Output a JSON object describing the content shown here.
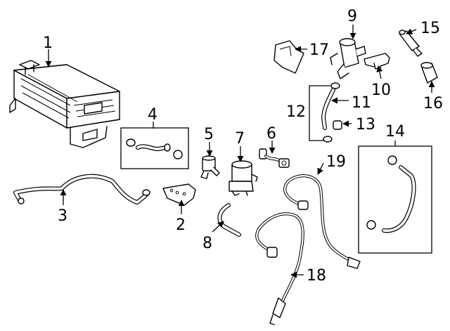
{
  "callouts": [
    {
      "id": "1",
      "text": "1"
    },
    {
      "id": "2",
      "text": "2"
    },
    {
      "id": "3",
      "text": "3"
    },
    {
      "id": "4",
      "text": "4"
    },
    {
      "id": "5",
      "text": "5"
    },
    {
      "id": "6",
      "text": "6"
    },
    {
      "id": "7",
      "text": "7"
    },
    {
      "id": "8",
      "text": "8"
    },
    {
      "id": "9",
      "text": "9"
    },
    {
      "id": "10",
      "text": "10"
    },
    {
      "id": "11",
      "text": "11"
    },
    {
      "id": "12",
      "text": "12"
    },
    {
      "id": "13",
      "text": "13"
    },
    {
      "id": "14",
      "text": "14"
    },
    {
      "id": "15",
      "text": "15"
    },
    {
      "id": "16",
      "text": "16"
    },
    {
      "id": "17",
      "text": "17"
    },
    {
      "id": "18",
      "text": "18"
    },
    {
      "id": "19",
      "text": "19"
    }
  ],
  "colors": {
    "ink": "#000000",
    "paper": "#ffffff"
  }
}
